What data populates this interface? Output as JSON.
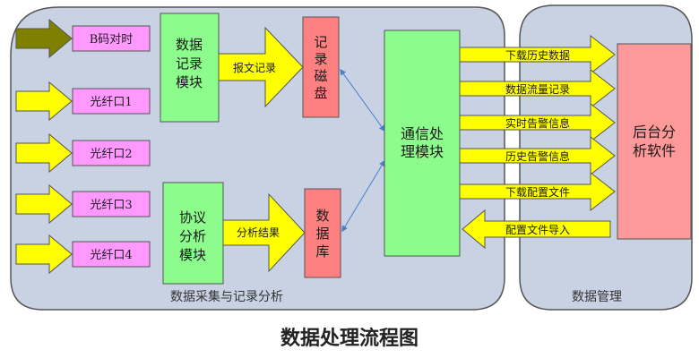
{
  "title": "数据处理流程图",
  "colors": {
    "panel_fill": "#c8d2e3",
    "panel_stroke": "#555555",
    "input_box": "#ff99ff",
    "module_green": "#8cfc8c",
    "storage_red": "#ff8080",
    "backend_pink": "#ff9999",
    "arrow_yellow": "#ffff00",
    "arrow_olive": "#808000",
    "link_blue": "#4a7fc8"
  },
  "left_panel": {
    "label": "数据采集与记录分析",
    "inputs": [
      {
        "label": "B码对时",
        "arrow": "olive"
      },
      {
        "label": "光纤口1",
        "arrow": "yellow"
      },
      {
        "label": "光纤口2",
        "arrow": "yellow"
      },
      {
        "label": "光纤口3",
        "arrow": "yellow"
      },
      {
        "label": "光纤口4",
        "arrow": "yellow"
      }
    ],
    "record_module": {
      "lines": [
        "数据",
        "记录",
        "模块"
      ]
    },
    "analysis_module": {
      "lines": [
        "协议",
        "分析",
        "模块"
      ]
    },
    "record_arrow_label": "报文记录",
    "analysis_arrow_label": "分析结果",
    "disk": {
      "lines": [
        "记",
        "录",
        "磁",
        "盘"
      ]
    },
    "database": {
      "lines": [
        "数",
        "据",
        "库"
      ]
    },
    "comm_module": {
      "lines": [
        "通信处",
        "理模块"
      ]
    }
  },
  "right_panel": {
    "label": "数据管理",
    "backend": {
      "lines": [
        "后台分",
        "析软件"
      ]
    }
  },
  "flows": [
    {
      "label": "下载历史数据",
      "direction": "right"
    },
    {
      "label": "数据流量记录",
      "direction": "right"
    },
    {
      "label": "实时告警信息",
      "direction": "right"
    },
    {
      "label": "历史告警信息",
      "direction": "right"
    },
    {
      "label": "下载配置文件",
      "direction": "right"
    },
    {
      "label": "配置文件导入",
      "direction": "left"
    }
  ]
}
